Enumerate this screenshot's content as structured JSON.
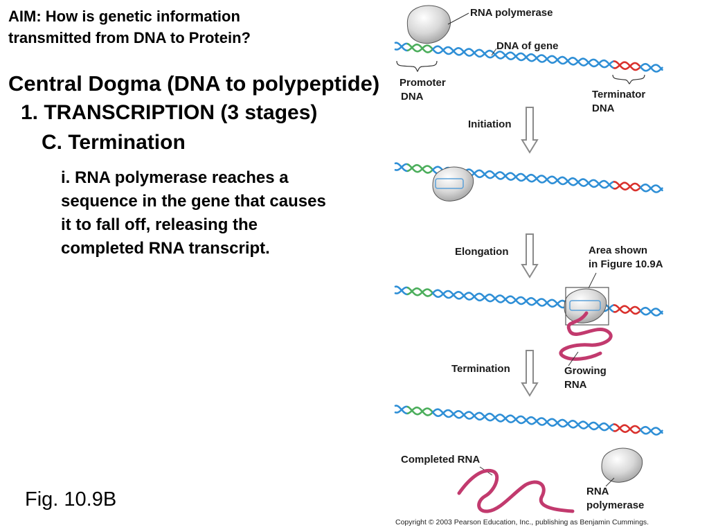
{
  "aim": {
    "line1": "AIM: How is genetic information",
    "line2": "transmitted from DNA to Protein?"
  },
  "heading": "Central Dogma (DNA to polypeptide)",
  "subheading": "1. TRANSCRIPTION (3 stages)",
  "section": "C. Termination",
  "description": {
    "line1": "i. RNA polymerase reaches a",
    "line2": "sequence in the gene that causes",
    "line3": "it to fall off, releasing the",
    "line4": "completed RNA transcript."
  },
  "caption": "Fig. 10.9B",
  "figure": {
    "labels": {
      "rna_polymerase_top": "RNA polymerase",
      "dna_of_gene": "DNA of gene",
      "promoter_1": "Promoter",
      "promoter_2": "DNA",
      "terminator_1": "Terminator",
      "terminator_2": "DNA",
      "initiation": "Initiation",
      "elongation": "Elongation",
      "area_shown_1": "Area shown",
      "area_shown_2": "in Figure 10.9A",
      "termination": "Termination",
      "growing_1": "Growing",
      "growing_2": "RNA",
      "completed_rna": "Completed RNA",
      "rna_poly_bottom_1": "RNA",
      "rna_poly_bottom_2": "polymerase"
    },
    "copyright": "Copyright © 2003 Pearson Education, Inc., publishing as Benjamin Cummings.",
    "colors": {
      "dna_strand": "#2f8fd6",
      "promoter": "#4cae5c",
      "terminator": "#d9302c",
      "rna": "#c23a6e",
      "polymerase": "#d2d2d2",
      "arrow": "#9a9a9a"
    }
  }
}
